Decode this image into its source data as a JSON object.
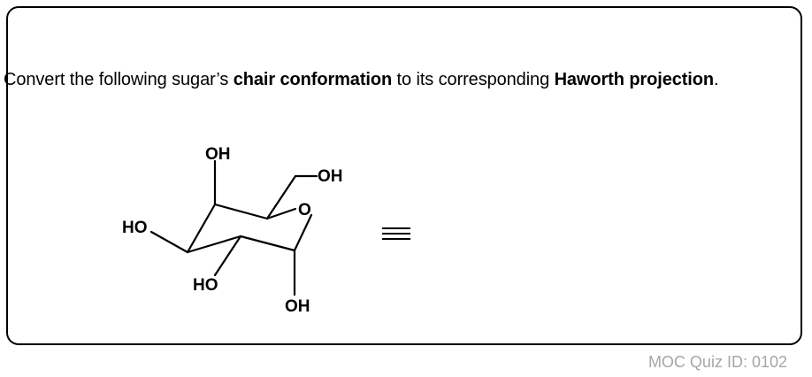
{
  "question": {
    "part1": "Convert the following sugar’s ",
    "bold1": "chair conformation",
    "part2": " to its corresponding ",
    "bold2": "Haworth projection",
    "part3": "."
  },
  "molecule": {
    "labels": {
      "oh_top": "OH",
      "ch2oh": "OH",
      "ring_oxygen": "O",
      "ho_left": "HO",
      "ho_bottom": "HO",
      "oh_bottom": "OH"
    }
  },
  "equivalence_symbol": "≡",
  "footer": {
    "quiz_id": "MOC Quiz ID: 0102"
  }
}
